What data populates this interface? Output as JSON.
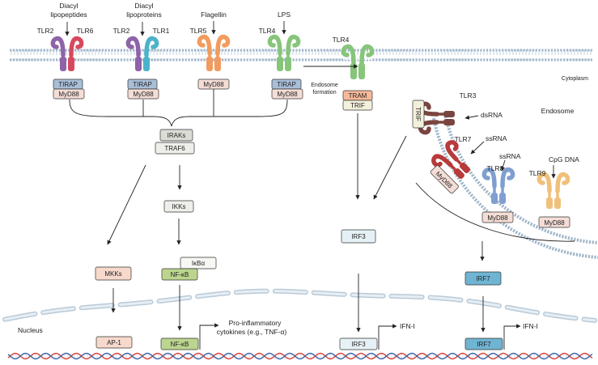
{
  "ligands": {
    "diacyl_lipopeptides_1": "Diacyl",
    "diacyl_lipopeptides_2": "lipopeptides",
    "diacyl_lipoproteins_1": "Diacyl",
    "diacyl_lipoproteins_2": "lipoproteins",
    "flagellin": "Flagellin",
    "lps": "LPS",
    "dsrna": "dsRNA",
    "ssrna_tlr7": "ssRNA",
    "ssrna_tlr8": "ssRNA",
    "cpg_dna": "CpG DNA"
  },
  "receptors": {
    "tlr2_a": "TLR2",
    "tlr6": "TLR6",
    "tlr2_b": "TLR2",
    "tlr1": "TLR1",
    "tlr5": "TLR5",
    "tlr4_surface": "TLR4",
    "tlr4_endo": "TLR4",
    "tlr3": "TLR3",
    "tlr7": "TLR7",
    "tlr8": "TLR8",
    "tlr9": "TLR9"
  },
  "adaptors": {
    "tirap": "TIRAP",
    "myd88": "MyD88",
    "tram": "TRAM",
    "trif": "TRIF"
  },
  "signaling": {
    "iraks": "IRAKs",
    "traf6": "TRAF6",
    "ikks": "IKKs",
    "ikba": "IκBα",
    "nfkb": "NF-κB",
    "mkks": "MKKs",
    "ap1": "AP-1",
    "irf3": "IRF3",
    "irf7": "IRF7"
  },
  "compartments": {
    "cytoplasm": "Cytoplasm",
    "endosome": "Endosome",
    "nucleus": "Nucleus",
    "endosome_formation_1": "Endosome",
    "endosome_formation_2": "formation"
  },
  "outputs": {
    "pro_inflam_1": "Pro-inflammatory",
    "pro_inflam_2": "cytokines (e.g., TNF-α)",
    "ifn_1": "IFN-I",
    "ifn_2": "IFN-I"
  },
  "colors": {
    "tlr2": "#8e63a8",
    "tlr6": "#d8485e",
    "tlr1": "#4bb3c9",
    "tlr5": "#f29b5e",
    "tlr4": "#86c57a",
    "tlr3": "#7a4540",
    "tlr7": "#b83a3a",
    "tlr8": "#7f9fd0",
    "tlr9": "#f0c07a",
    "membrane": "#9fb5c9",
    "tirap_fill": "#a9bfd8",
    "myd88_fill": "#f4ddd6",
    "tram_fill": "#f6b99a",
    "trif_fill": "#f3f0dc",
    "iraks_fill": "#dcdcd6",
    "traf6_fill": "#eeeeea",
    "nfkb_fill": "#bcd58e",
    "mkks_fill": "#f7d9cc",
    "irf3_fill": "#e6f1f6",
    "irf7_fill": "#6fb4d2",
    "dna_red": "#d9403a",
    "dna_blue": "#3a63a8"
  }
}
